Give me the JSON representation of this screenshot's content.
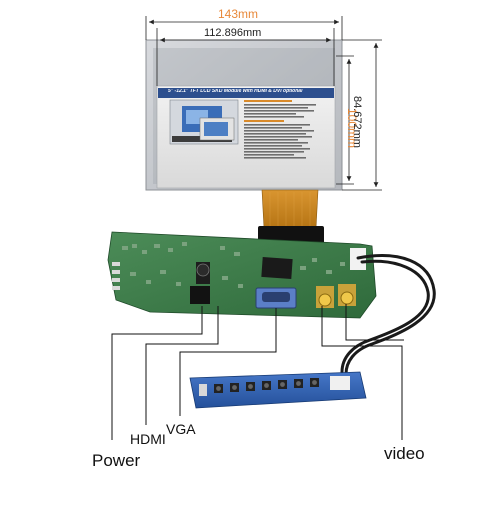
{
  "dimensions": {
    "outer_width": "143mm",
    "active_width": "112.896mm",
    "outer_height": "100mm",
    "active_height": "84.672mm"
  },
  "screen": {
    "headline": "5\" -12.1\" TFT LCD SKD Module with HDMI & DVI optional"
  },
  "connectors": {
    "power": "Power",
    "hdmi": "HDMI",
    "vga": "VGA",
    "video": "video"
  },
  "colors": {
    "dimension_outer": "#e8893a",
    "dimension_inner": "#222222",
    "pcb_green": "#3f7d4a",
    "keypad_blue": "#2f5fb0",
    "fpc_amber": "#c8841e"
  }
}
